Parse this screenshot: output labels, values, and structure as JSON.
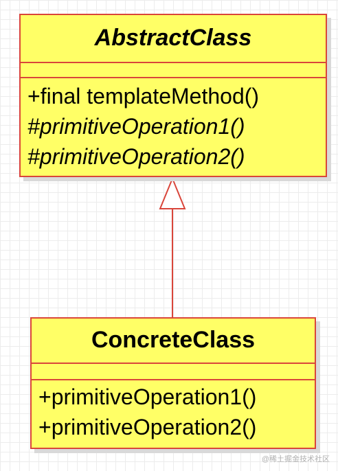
{
  "abstract_class": {
    "name": "AbstractClass",
    "operations": [
      {
        "text": "+final templateMethod()",
        "italic": false
      },
      {
        "text": "#primitiveOperation1()",
        "italic": true
      },
      {
        "text": "#primitiveOperation2()",
        "italic": true
      }
    ]
  },
  "concrete_class": {
    "name": "ConcreteClass",
    "operations": [
      {
        "text": "+primitiveOperation1()",
        "italic": false
      },
      {
        "text": "+primitiveOperation2()",
        "italic": false
      }
    ]
  },
  "relationship": {
    "type": "generalization",
    "from": "ConcreteClass",
    "to": "AbstractClass"
  },
  "watermark": "@稀土掘金技术社区",
  "colors": {
    "box_fill": "#ffff66",
    "border": "#d9453a",
    "grid": "#ececec"
  }
}
